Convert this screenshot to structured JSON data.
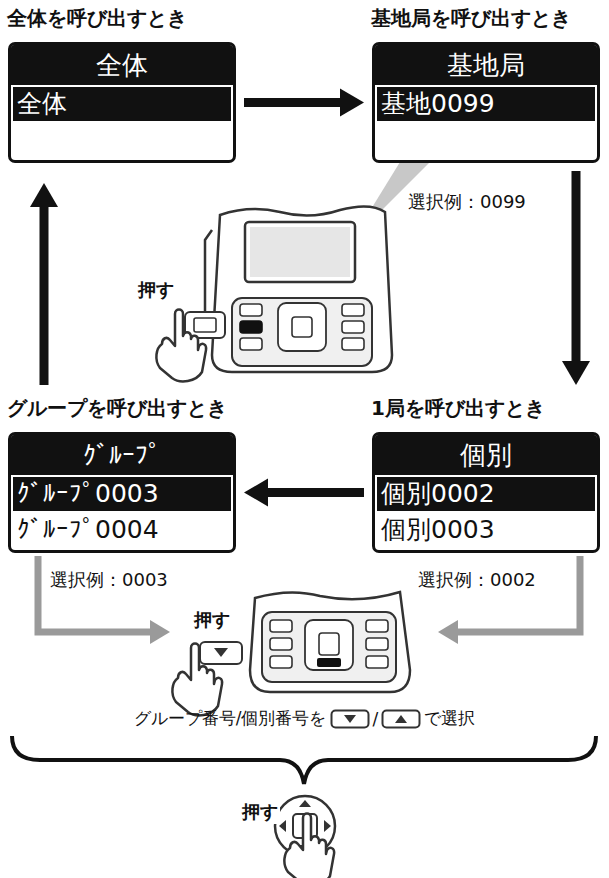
{
  "diagram": {
    "nodes": [
      {
        "text": [
          "全体を呼び出すとき",
          "全体",
          "全体"
        ]
      },
      {
        "text": [
          "基地局を呼び出すとき",
          "基地局",
          "基地0099"
        ]
      },
      {
        "text": [
          "グループを呼び出すとき",
          "ｸﾞﾙｰﾌﾟ",
          "ｸﾞﾙｰﾌﾟ0003",
          "ｸﾞﾙｰﾌﾟ0004"
        ]
      },
      {
        "text": [
          "1局を呼び出すとき",
          "個別",
          "個別0002",
          "個別0003"
        ]
      }
    ],
    "edges": [
      {
        "from": 0,
        "to": 1,
        "arrow": "to"
      },
      {
        "from": 1,
        "to": 3,
        "arrow": "to"
      },
      {
        "from": 3,
        "to": 2,
        "arrow": "to"
      },
      {
        "from": 2,
        "to": 0,
        "arrow": "to"
      }
    ],
    "labels": [
      "選択例：0099",
      "押す",
      "選択例：0003",
      "選択例：0002",
      "押す",
      "グループ番号/個別番号を",
      "/",
      "で選択",
      "押す"
    ]
  }
}
